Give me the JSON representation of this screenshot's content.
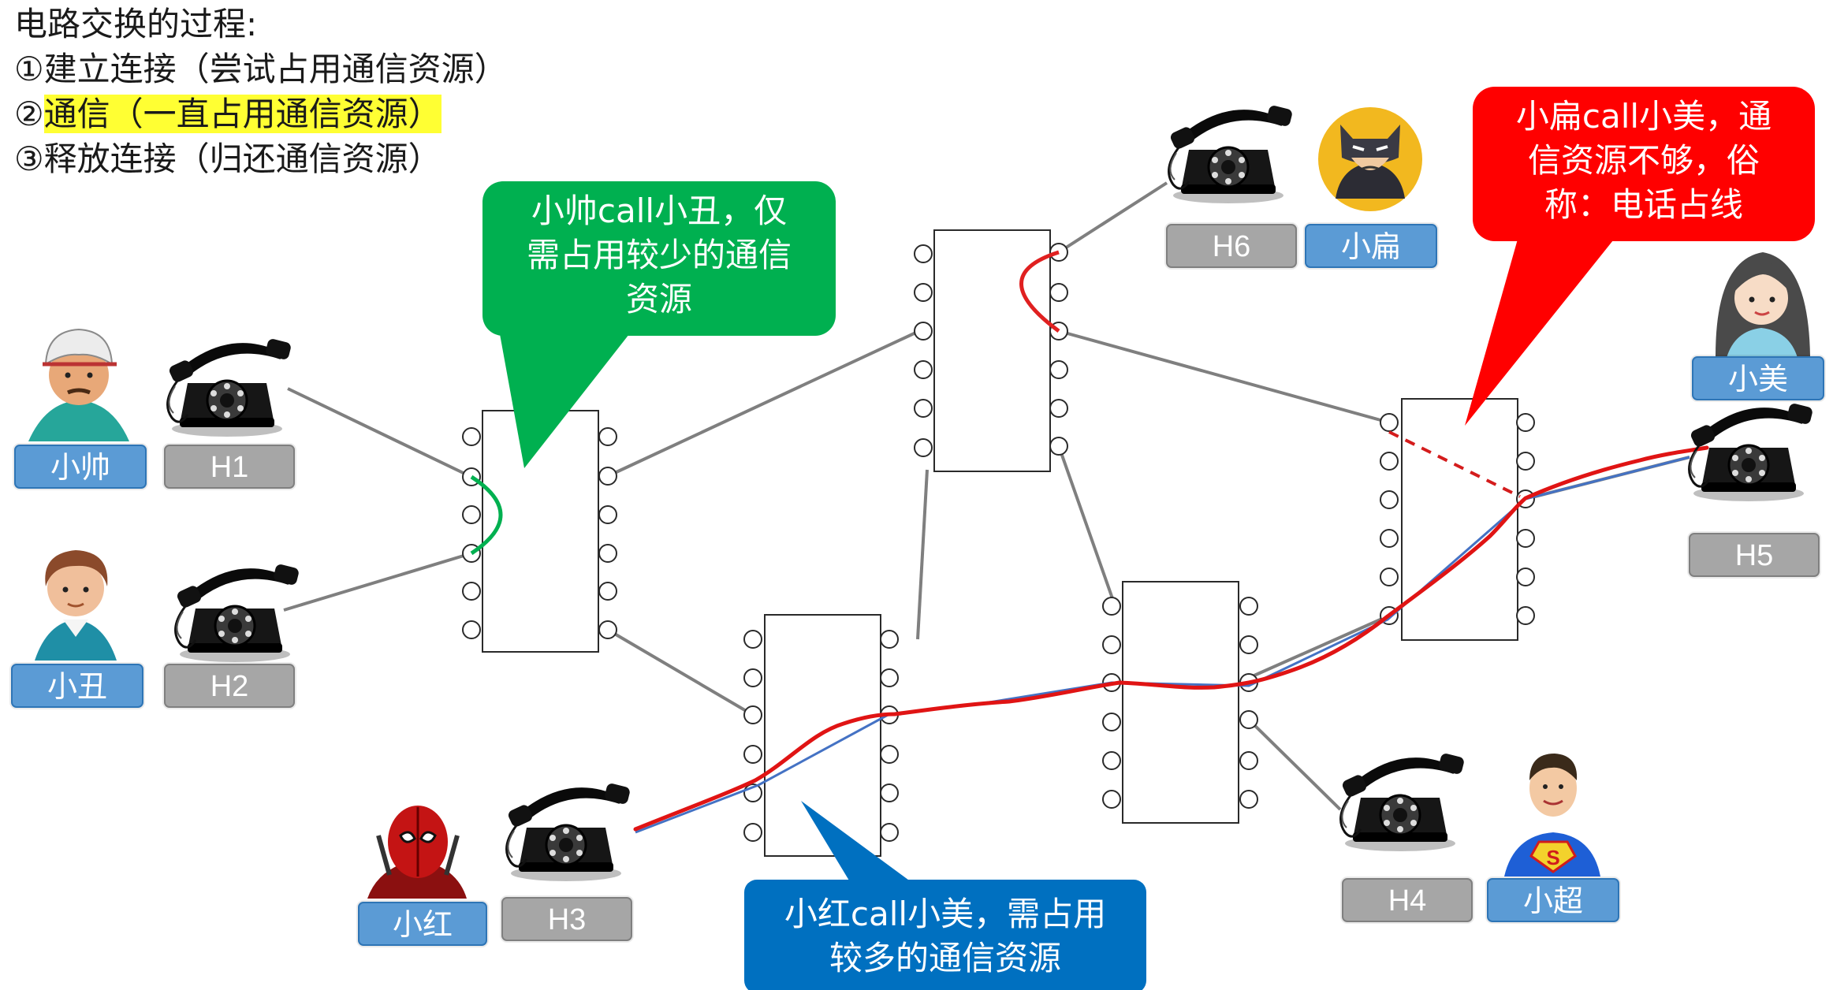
{
  "title": {
    "heading": "电路交换的过程:",
    "step1": "①建立连接（尝试占用通信资源）",
    "step2_num": "②",
    "step2_text": "通信（一直占用通信资源）",
    "step3": "③释放连接（归还通信资源）"
  },
  "callouts": {
    "green": {
      "line1": "小帅call小丑，仅",
      "line2": "需占用较少的通信",
      "line3": "资源",
      "color": "#00b050"
    },
    "red": {
      "line1": "小扁call小美，通",
      "line2": "信资源不够，俗",
      "line3": "称：电话占线",
      "color": "#ff0000"
    },
    "blue": {
      "line1": "小红call小美，需占用",
      "line2": "较多的通信资源",
      "color": "#0070c0"
    }
  },
  "users": {
    "xiaoshuai": "小帅",
    "xiaochou": "小丑",
    "xiaohong": "小红",
    "xiaobian": "小扁",
    "xiaomei": "小美",
    "xiaochao": "小超"
  },
  "hosts": {
    "h1": "H1",
    "h2": "H2",
    "h3": "H3",
    "h4": "H4",
    "h5": "H5",
    "h6": "H6"
  },
  "icons": {
    "phone": "telephone-icon",
    "avatar": "person-avatar-icon"
  }
}
